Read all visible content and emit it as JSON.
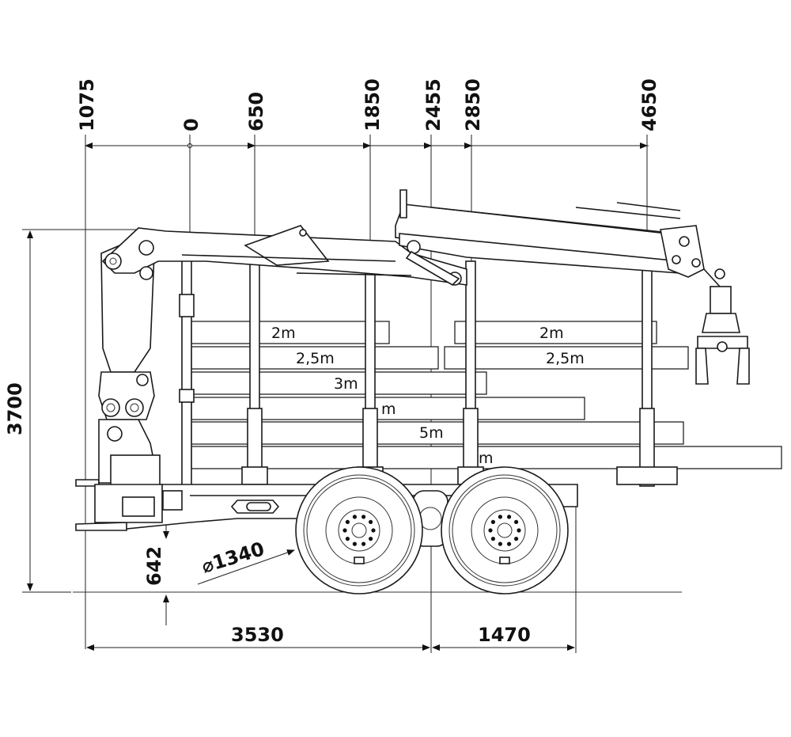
{
  "top_dimensions": [
    "1075",
    "0",
    "650",
    "1850",
    "2455",
    "2850",
    "4650"
  ],
  "height_dimension": "3700",
  "ground_clearance": "642",
  "wheel_diameter": "⌀1340",
  "bottom_dimensions": [
    "3530",
    "1470"
  ],
  "log_labels": [
    "2m",
    "2m",
    "2,5m",
    "2,5m",
    "3m",
    "m",
    "5m",
    "m"
  ]
}
